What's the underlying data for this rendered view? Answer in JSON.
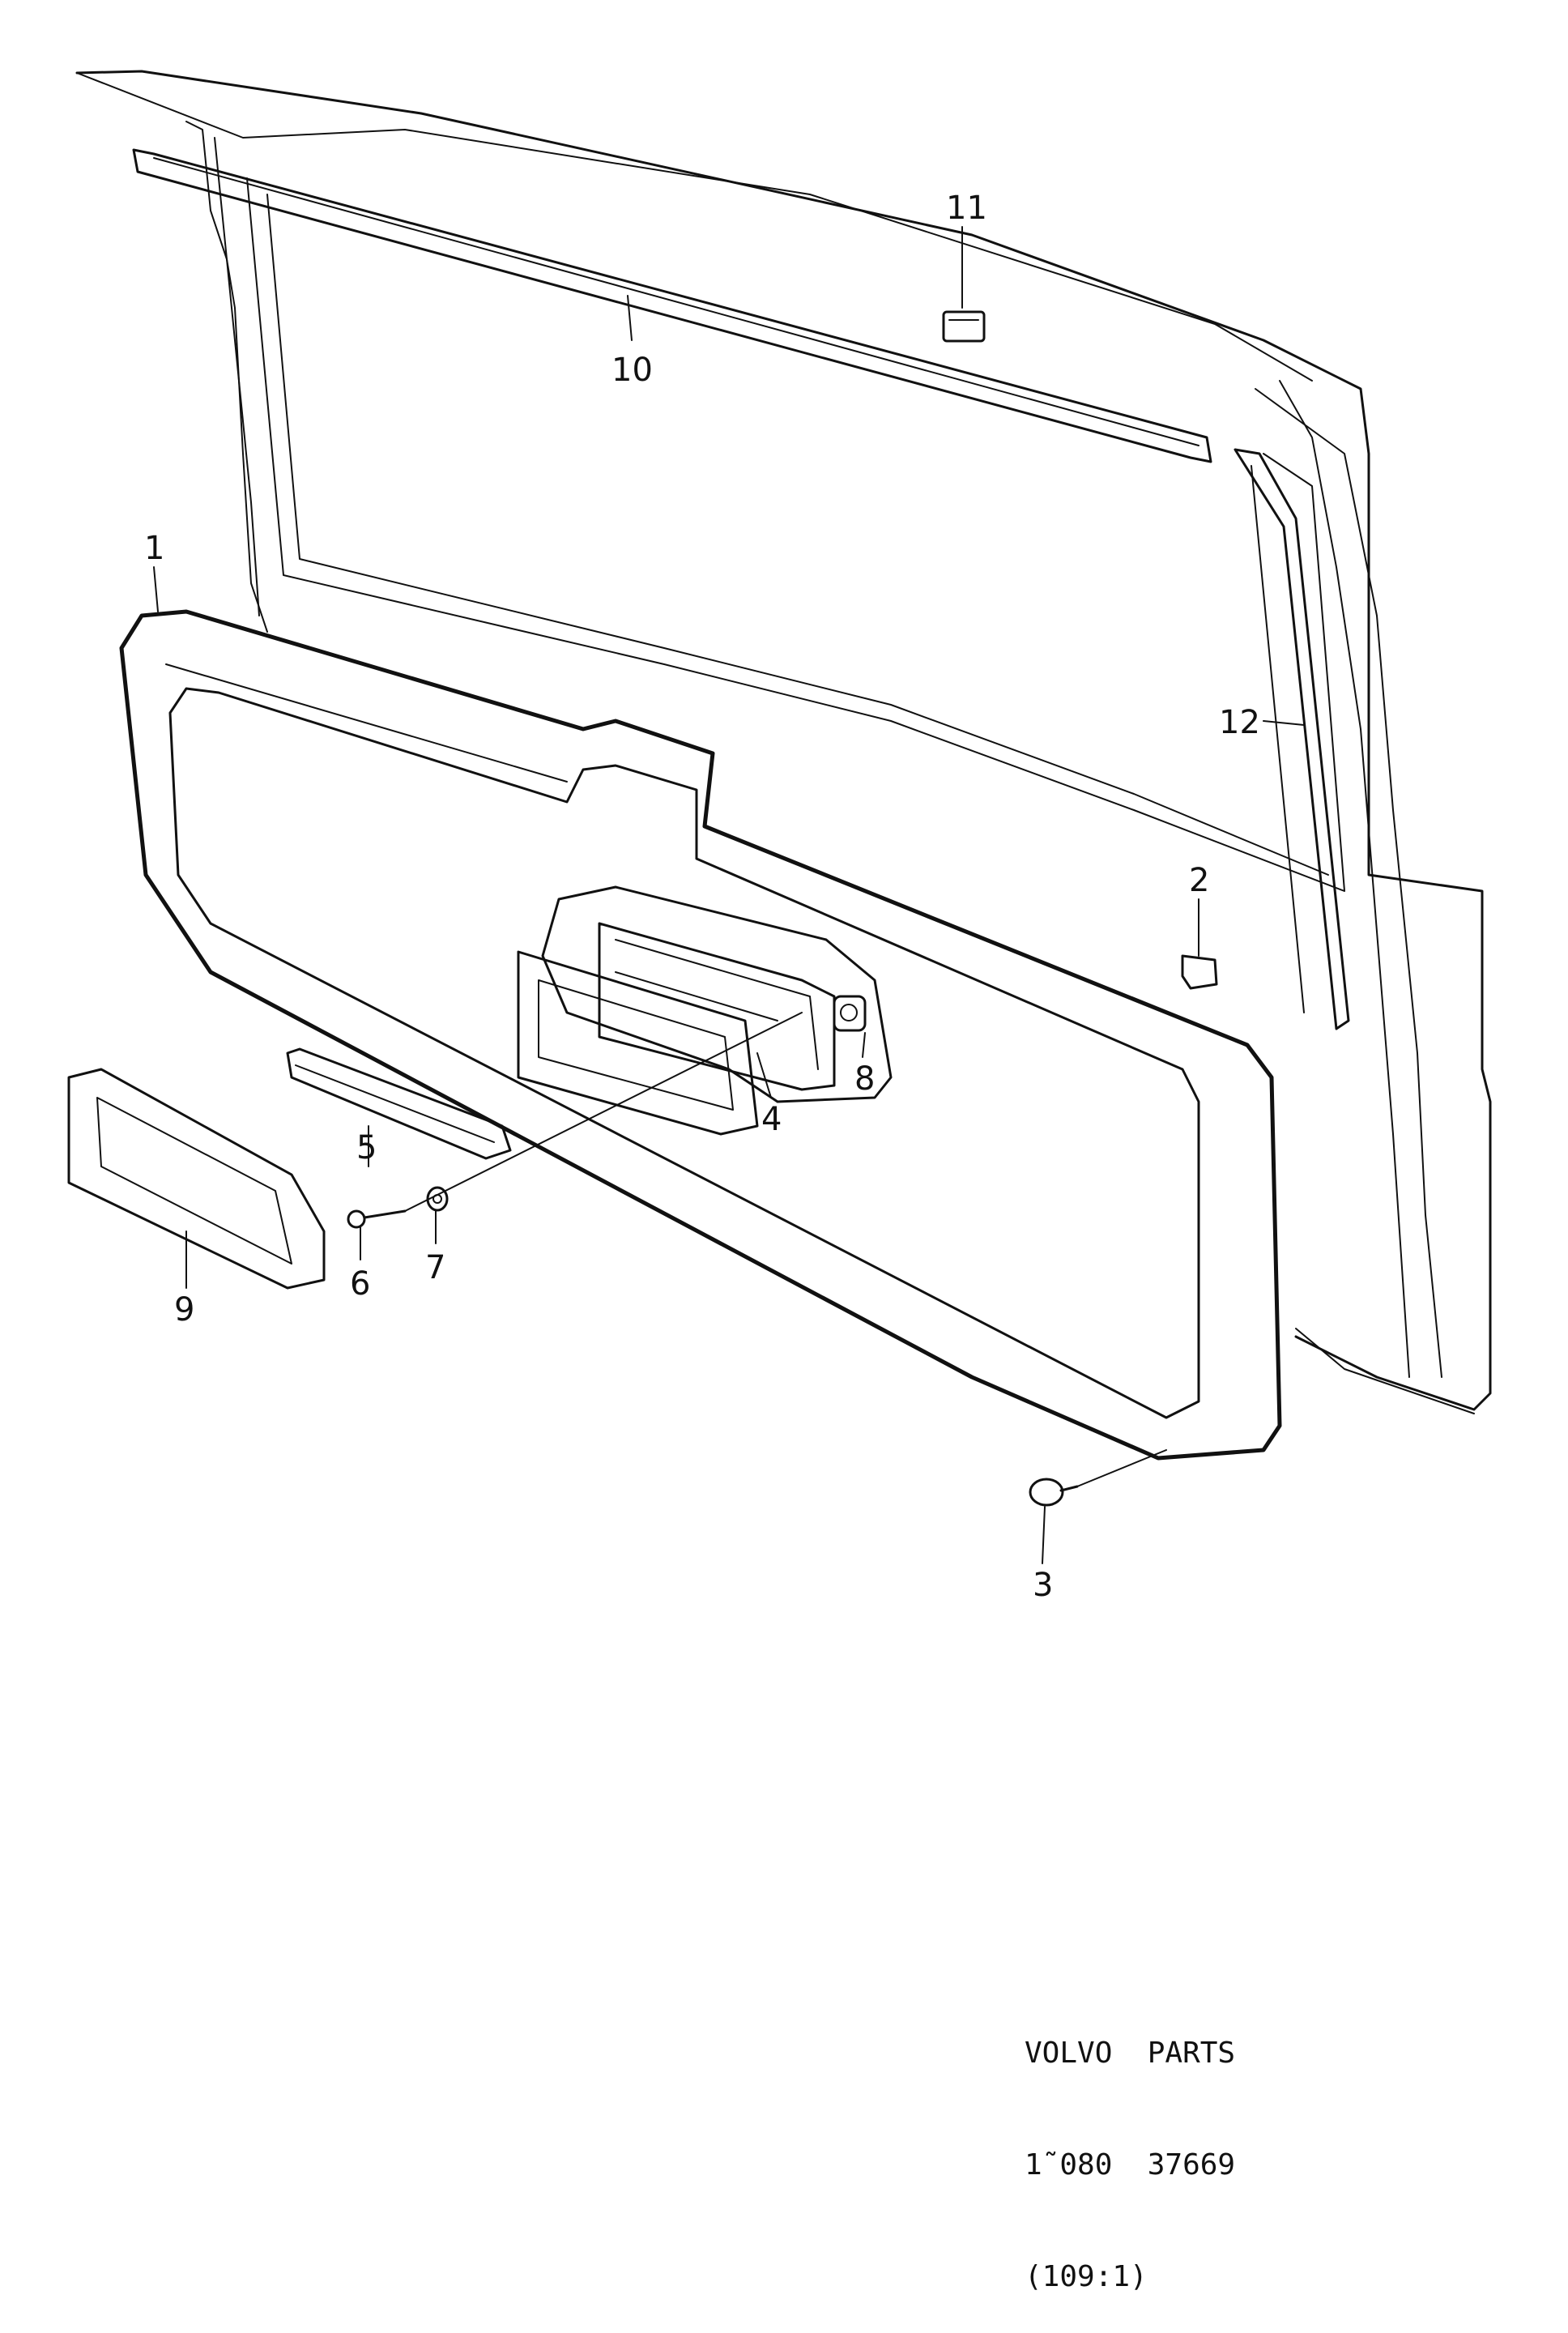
{
  "diagram": {
    "callouts": [
      {
        "id": "1",
        "label": "1"
      },
      {
        "id": "2",
        "label": "2"
      },
      {
        "id": "3",
        "label": "3"
      },
      {
        "id": "4",
        "label": "4"
      },
      {
        "id": "5",
        "label": "5"
      },
      {
        "id": "6",
        "label": "6"
      },
      {
        "id": "7",
        "label": "7"
      },
      {
        "id": "8",
        "label": "8"
      },
      {
        "id": "9",
        "label": "9"
      },
      {
        "id": "10",
        "label": "10"
      },
      {
        "id": "11",
        "label": "11"
      },
      {
        "id": "12",
        "label": "12"
      }
    ]
  },
  "footer": {
    "line1": "VOLVO  PARTS",
    "line2": "1˜080  37669",
    "line3": "(109:1)"
  }
}
